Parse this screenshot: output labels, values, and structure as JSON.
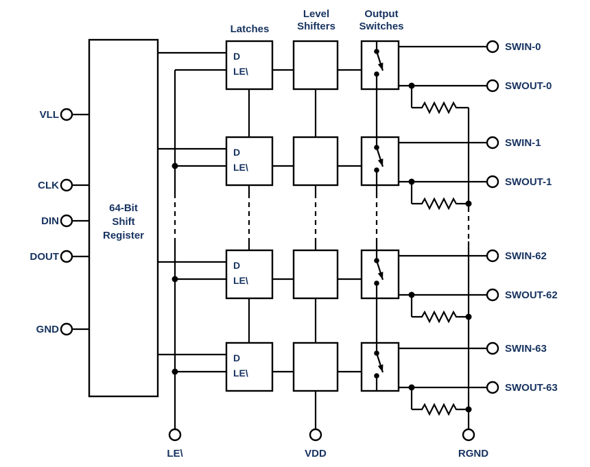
{
  "diagram": {
    "headers": {
      "latches": "Latches",
      "level_shifters": [
        "Level",
        "Shifters"
      ],
      "output_switches": [
        "Output",
        "Switches"
      ]
    },
    "register_label": [
      "64-Bit",
      "Shift",
      "Register"
    ],
    "left_pins": [
      "VLL",
      "CLK",
      "DIN",
      "DOUT",
      "GND"
    ],
    "bottom_pins": [
      "LE\\",
      "VDD",
      "RGND"
    ],
    "latch_labels": {
      "d": "D",
      "le": "LE\\"
    },
    "rows": [
      {
        "swin": "SWIN-0",
        "swout": "SWOUT-0"
      },
      {
        "swin": "SWIN-1",
        "swout": "SWOUT-1"
      },
      {
        "swin": "SWIN-62",
        "swout": "SWOUT-62"
      },
      {
        "swin": "SWIN-63",
        "swout": "SWOUT-63"
      }
    ],
    "colors": {
      "line": "#000000",
      "text": "#16325f",
      "background": "#ffffff"
    }
  }
}
